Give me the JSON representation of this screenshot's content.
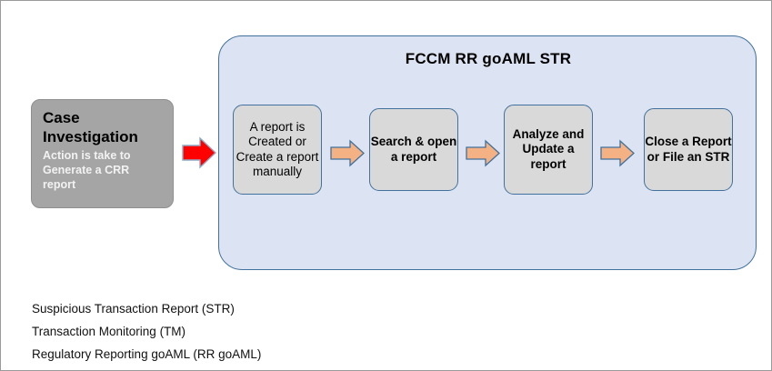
{
  "panel": {
    "title": "FCCM RR goAML STR",
    "fill_color": "#dce3f2",
    "border_color": "#41719c"
  },
  "case_box": {
    "title": "Case Investigation",
    "subtitle": "Action is take to Generate a CRR report",
    "fill_color": "#a5a5a5",
    "title_color": "#000000",
    "subtitle_color": "#f2f2f2"
  },
  "red_arrow": {
    "name": "red-arrow",
    "color": "#ff0000",
    "border_color": "#8ea9c6"
  },
  "process_boxes": [
    {
      "text": "A report is Created or Create a report manually",
      "bold": false
    },
    {
      "text": "Search & open a report",
      "bold": true
    },
    {
      "text": "Analyze and Update a report",
      "bold": true
    },
    {
      "text": "Close a Report or File an STR",
      "bold": true
    }
  ],
  "box_style": {
    "fill_color": "#d9d9d9",
    "border_color": "#41719c"
  },
  "orange_arrows": {
    "count": 3,
    "fill_color": "#f4b183",
    "border_color": "#41719c"
  },
  "legend": [
    "Suspicious Transaction Report (STR)",
    "Transaction Monitoring (TM)",
    "Regulatory Reporting goAML (RR goAML)"
  ]
}
